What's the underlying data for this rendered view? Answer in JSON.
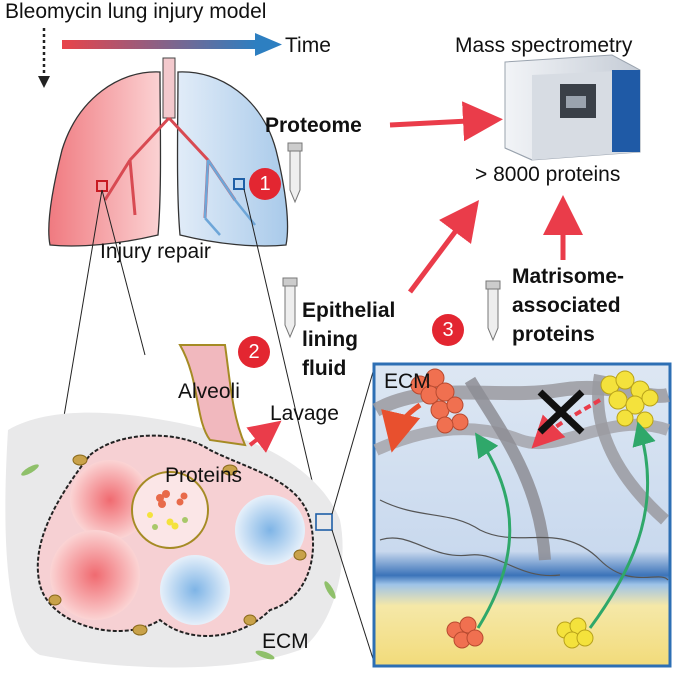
{
  "labels": {
    "model": "Bleomycin lung injury model",
    "time": "Time",
    "injury_repair": "Injury repair",
    "proteome": "Proteome",
    "mass_spec": "Mass spectrometry",
    "protein_count": "> 8000 proteins",
    "matrisome": "Matrisome-\nassociated\nproteins",
    "elf": "Epithelial\nlining\nfluid",
    "alveoli": "Alveoli",
    "lavage": "Lavage",
    "proteins": "Proteins",
    "ecm_bottom": "ECM",
    "ecm_panel": "ECM"
  },
  "steps": [
    "1",
    "2",
    "3"
  ],
  "colors": {
    "injury_red": "#e8434a",
    "repair_blue": "#2d7fc1",
    "badge_red": "#e32631",
    "arrow_red": "#ea3c4a",
    "matrix_green": "#2fa86a",
    "cluster_orange": "#f07050",
    "cluster_yellow": "#f4e23c"
  },
  "icons": [
    "dashed-down-arrow-icon",
    "time-gradient-arrow-icon",
    "lung-icon",
    "mass-spectrometer-icon",
    "sample-tube-icon",
    "alveoli-icon",
    "ecm-panel-icon",
    "blocked-cross-icon"
  ]
}
